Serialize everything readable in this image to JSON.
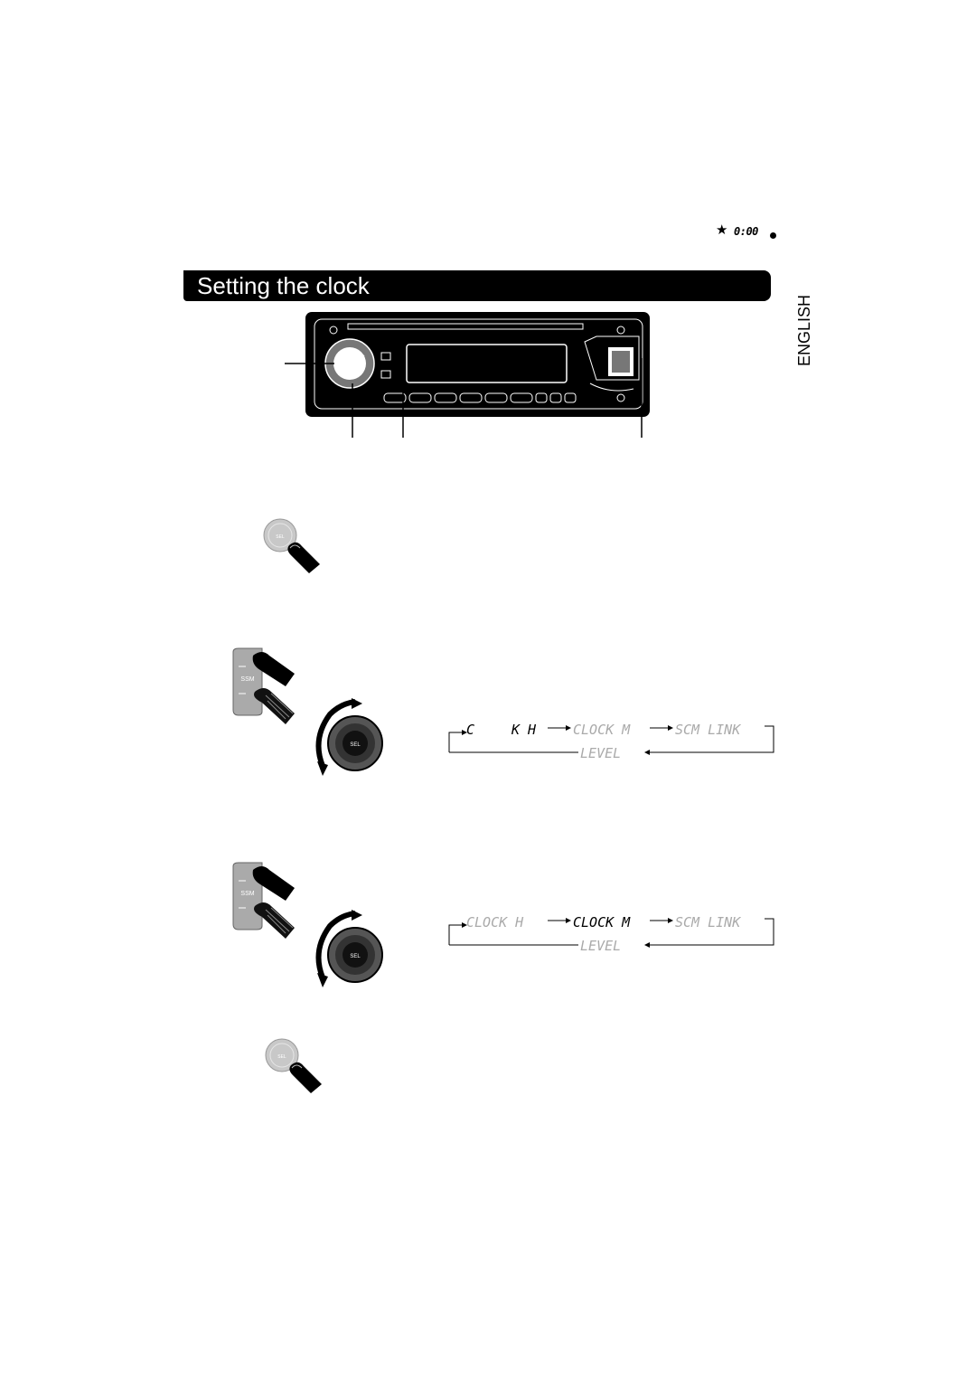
{
  "header": {
    "indicator_star": "★",
    "indicator_clock": "0:00"
  },
  "section": {
    "title": "Setting the clock"
  },
  "language_tab": "ENGLISH",
  "buttons": {
    "ssm_label": "SSM",
    "sel_label": "SEL"
  },
  "sequence_1": {
    "items": [
      "C",
      "K H",
      "CLOCK M",
      "SCM LINK",
      "LEVEL"
    ],
    "active": "C K H"
  },
  "sequence_2": {
    "items": [
      "CLOCK H",
      "CLOCK M",
      "SCM LINK",
      "LEVEL"
    ],
    "active": "CLOCK M"
  }
}
